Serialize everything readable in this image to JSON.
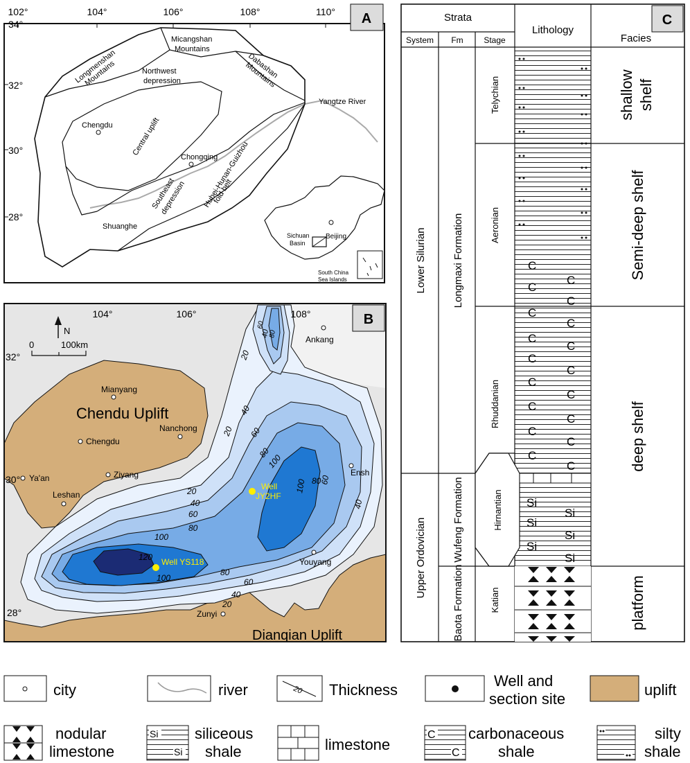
{
  "panel_labels": {
    "a": "A",
    "b": "B",
    "c": "C"
  },
  "map_a": {
    "lon_ticks": [
      "102°",
      "104°",
      "106°",
      "108°",
      "110°"
    ],
    "lat_ticks": [
      "34°",
      "32°",
      "30°",
      "28°"
    ],
    "labels": {
      "longmenshan": "Longmenshan",
      "longmenshan2": "Mountains",
      "micangshan": "Micangshan",
      "micangshan2": "Mountains",
      "dabashan": "Dabashan",
      "dabashan2": "Mountains",
      "northwest": "Northwest",
      "northwest2": "depression",
      "central": "Central uplift",
      "chengdu": "Chengdu",
      "chongqing": "Chongqing",
      "southeast": "Southeast",
      "southeast2": "depression",
      "hubei": "Hubei-Hunan-Guizhou",
      "hubei2": "fold belt",
      "yangtze": "Yangtze River",
      "shuanghe": "Shuanghe",
      "beijing": "Beijing",
      "sichuan": "Sichuan",
      "sichuan2": "Basin",
      "scs": "South China",
      "scs2": "Sea Islands"
    }
  },
  "map_b": {
    "lon_ticks": [
      "104°",
      "106°",
      "108°"
    ],
    "lat_ticks": [
      "32°",
      "30°",
      "28°"
    ],
    "north": "N",
    "scale_0": "0",
    "scale_100": "100km",
    "chendu_uplift": "Chendu Uplift",
    "dianqian_uplift": "Dianqian Uplift",
    "cities": {
      "mianyang": "Mianyang",
      "chengdu": "Chengdu",
      "nanchong": "Nanchong",
      "yaan": "Ya'an",
      "ziyang": "Ziyang",
      "leshan": "Leshan",
      "ankang": "Ankang",
      "ensh": "Ensh",
      "youyang": "Youyang",
      "zunyi": "Zunyi"
    },
    "wells": {
      "jy2hf_1": "Well",
      "jy2hf_2": "JY2HF",
      "ys118": "Well YS118"
    },
    "contours": {
      "c20a": "20",
      "c20b": "20",
      "c20c": "20",
      "c20d": "20",
      "c40a": "40",
      "c40b": "40",
      "c40c": "40",
      "c40d": "40",
      "c40e": "40",
      "c60a": "60",
      "c60b": "60",
      "c60c": "60",
      "c60d": "60",
      "c60e": "60",
      "c80a": "80",
      "c80b": "80",
      "c80c": "80",
      "c80d": "80",
      "c80e": "80",
      "c100a": "100",
      "c100b": "100",
      "c100c": "100",
      "c100d": "100",
      "c120": "120"
    },
    "colors": {
      "uplift": "#d4ae7a",
      "bg": "#e6e6e6",
      "t20": "#eaf2fd",
      "t40": "#cfe1f8",
      "t60": "#a9c9f0",
      "t80": "#77abe6",
      "t100": "#1f78d2",
      "t120": "#1b2b74",
      "well": "#ffee00",
      "well_label": "#ffee00"
    }
  },
  "column_c": {
    "header_strata": "Strata",
    "header_lithology": "Lithology",
    "header_facies": "Facies",
    "header_system": "System",
    "header_fm": "Fm",
    "header_stage": "Stage",
    "systems": {
      "lower": "Lower Silurian",
      "upper": "Upper Ordovician"
    },
    "formations": {
      "longmaxi": "Longmaxi Formation",
      "wufeng": "Wufeng Formation",
      "baota": "Baota Formation"
    },
    "stages": {
      "telychian": "Telychian",
      "aeronian": "Aeronian",
      "rhuddanian": "Rhuddanian",
      "hirnantian": "Hirnantian",
      "katian": "Katian"
    },
    "facies": {
      "shallow": "shallow",
      "shallow2": "shelf",
      "semideep": "Semi-deep shelf",
      "deep": "deep shelf",
      "platform": "platform"
    },
    "lith_c": "C",
    "lith_si": "Si"
  },
  "legend": {
    "city": "city",
    "river": "river",
    "thickness": "Thickness",
    "thickness_sample": "20",
    "well1": "Well and",
    "well2": "section site",
    "uplift": "uplift",
    "nodular1": "nodular",
    "nodular2": "limestone",
    "siliceous1": "siliceous",
    "siliceous2": "shale",
    "limestone": "limestone",
    "carbonaceous1": "carbonaceous",
    "carbonaceous2": "shale",
    "silty1": "silty",
    "silty2": "shale",
    "sample_si": "Si",
    "sample_c": "C"
  }
}
